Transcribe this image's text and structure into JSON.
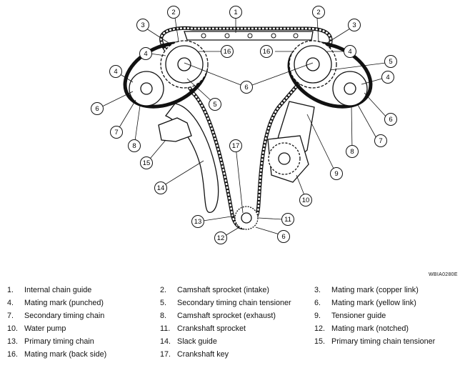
{
  "figure_id": "WBIA0280E",
  "legend": [
    {
      "num": "1.",
      "label": "Internal chain guide"
    },
    {
      "num": "2.",
      "label": "Camshaft sprocket (intake)"
    },
    {
      "num": "3.",
      "label": "Mating mark (copper link)"
    },
    {
      "num": "4.",
      "label": "Mating mark (punched)"
    },
    {
      "num": "5.",
      "label": "Secondary timing chain tensioner"
    },
    {
      "num": "6.",
      "label": "Mating mark (yellow link)"
    },
    {
      "num": "7.",
      "label": "Secondary timing chain"
    },
    {
      "num": "8.",
      "label": "Camshaft sprocket (exhaust)"
    },
    {
      "num": "9.",
      "label": "Tensioner guide"
    },
    {
      "num": "10.",
      "label": "Water pump"
    },
    {
      "num": "11.",
      "label": "Crankshaft sprocket"
    },
    {
      "num": "12.",
      "label": "Mating mark (notched)"
    },
    {
      "num": "13.",
      "label": "Primary timing chain"
    },
    {
      "num": "14.",
      "label": "Slack guide"
    },
    {
      "num": "15.",
      "label": "Primary timing chain tensioner"
    },
    {
      "num": "16.",
      "label": "Mating mark (back side)"
    },
    {
      "num": "17.",
      "label": "Crankshaft key"
    }
  ],
  "callouts": [
    "1",
    "2",
    "3",
    "4",
    "16",
    "16",
    "2",
    "3",
    "4",
    "5",
    "4",
    "6",
    "6",
    "7",
    "8",
    "5",
    "4",
    "6",
    "7",
    "8",
    "9",
    "10",
    "17",
    "15",
    "14",
    "13",
    "11",
    "12",
    "6"
  ]
}
